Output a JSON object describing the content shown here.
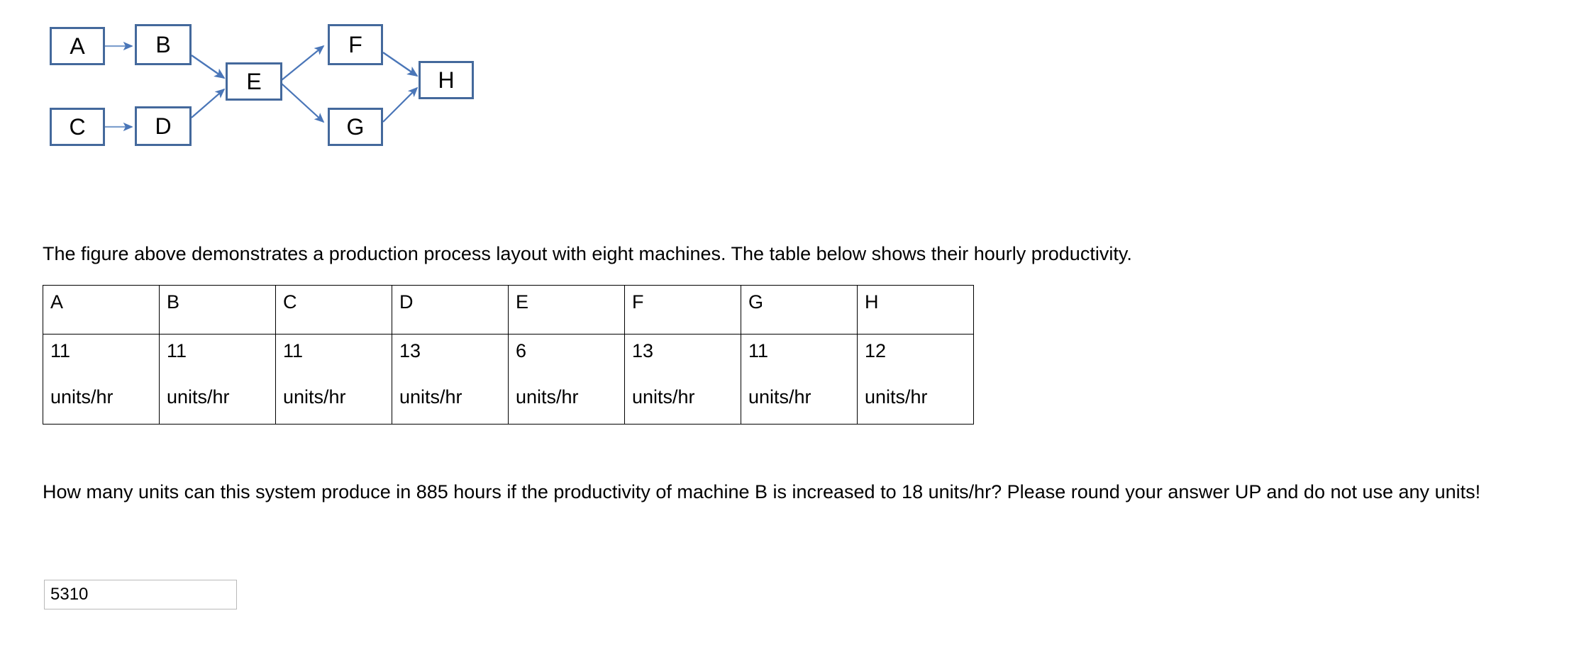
{
  "diagram": {
    "nodes": [
      {
        "id": "A",
        "label": "A"
      },
      {
        "id": "B",
        "label": "B"
      },
      {
        "id": "C",
        "label": "C"
      },
      {
        "id": "D",
        "label": "D"
      },
      {
        "id": "E",
        "label": "E"
      },
      {
        "id": "F",
        "label": "F"
      },
      {
        "id": "G",
        "label": "G"
      },
      {
        "id": "H",
        "label": "H"
      }
    ],
    "edges": [
      {
        "from": "A",
        "to": "B"
      },
      {
        "from": "B",
        "to": "E"
      },
      {
        "from": "C",
        "to": "D"
      },
      {
        "from": "D",
        "to": "E"
      },
      {
        "from": "E",
        "to": "F"
      },
      {
        "from": "E",
        "to": "G"
      },
      {
        "from": "F",
        "to": "H"
      },
      {
        "from": "G",
        "to": "H"
      }
    ],
    "colors": {
      "box_border": "#44699c",
      "arrow": "#4a76b8"
    }
  },
  "intro_paragraph": "The figure above demonstrates a production process layout with eight machines. The table below shows their hourly productivity.",
  "table": {
    "headers": [
      "A",
      "B",
      "C",
      "D",
      "E",
      "F",
      "G",
      "H"
    ],
    "values": [
      "11",
      "11",
      "11",
      "13",
      "6",
      "13",
      "11",
      "12"
    ],
    "units": [
      "units/hr",
      "units/hr",
      "units/hr",
      "units/hr",
      "units/hr",
      "units/hr",
      "units/hr",
      "units/hr"
    ]
  },
  "question_paragraph": "How many units can this system produce in 885 hours if the productivity of machine B is increased to 18 units/hr? Please round your answer UP and do not use any units!",
  "answer": {
    "value": "5310",
    "placeholder": ""
  }
}
